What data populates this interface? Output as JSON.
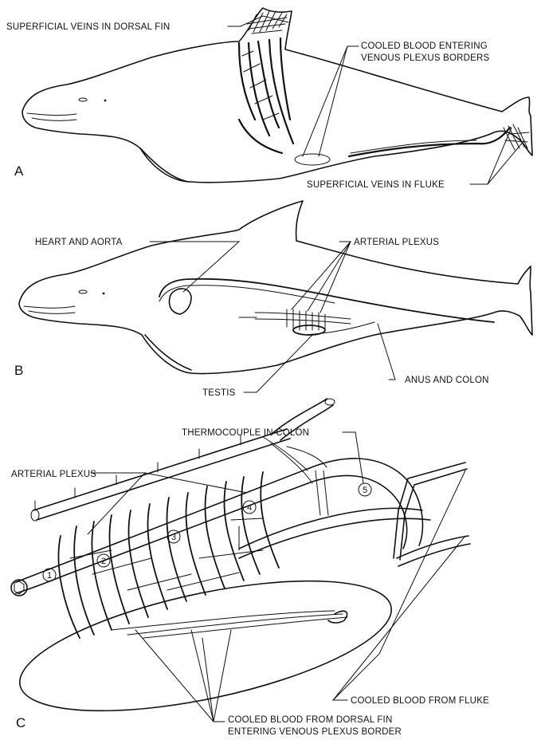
{
  "panels": {
    "a": "A",
    "b": "B",
    "c": "C"
  },
  "labels": {
    "superficial_veins_dorsal_fin": "SUPERFICIAL VEINS IN DORSAL FIN",
    "cooled_blood_entering_line1": "COOLED BLOOD ENTERING",
    "cooled_blood_entering_line2": "VENOUS PLEXUS BORDERS",
    "superficial_veins_fluke": "SUPERFICIAL VEINS IN FLUKE",
    "heart_and_aorta": "HEART AND AORTA",
    "arterial_plexus_b": "ARTERIAL PLEXUS",
    "testis": "TESTIS",
    "anus_and_colon": "ANUS AND COLON",
    "thermocouple_in_colon": "THERMOCOUPLE IN COLON",
    "arterial_plexus_c": "ARTERIAL PLEXUS",
    "cooled_blood_from_fluke": "COOLED BLOOD FROM FLUKE",
    "cooled_blood_dorsal_line1": "COOLED BLOOD FROM DORSAL FIN",
    "cooled_blood_dorsal_line2": "ENTERING VENOUS PLEXUS BORDER"
  },
  "markers": [
    "1",
    "2",
    "3",
    "4",
    "5"
  ]
}
